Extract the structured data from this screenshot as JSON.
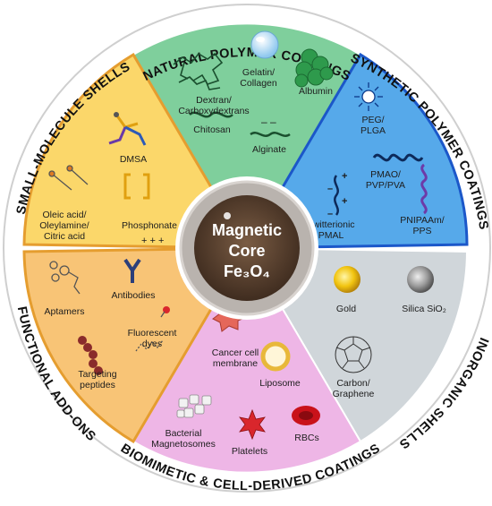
{
  "core": {
    "line1": "Magnetic",
    "line2": "Core",
    "line3": "Fe₃O₄"
  },
  "sections": {
    "natural": {
      "title": "NATURAL POLYMER COATINGS",
      "color": "#7fcf9c",
      "items": {
        "dextran_1": "Dextran/",
        "dextran_2": "Carboxydextrans",
        "gelatin_1": "Gelatin/",
        "gelatin_2": "Collagen",
        "albumin": "Albumin",
        "chitosan": "Chitosan",
        "alginate": "Alginate"
      }
    },
    "synthetic": {
      "title": "SYNTHETIC POLYMER COATINGS",
      "color": "#56a9ea",
      "items": {
        "peg_1": "PEG/",
        "peg_2": "PLGA",
        "pmao_1": "PMAO/",
        "pmao_2": "PVP/PVA",
        "zwit_1": "Zwitterionic",
        "zwit_2": "PMAL",
        "pnip_1": "PNIPAAm/",
        "pnip_2": "PPS"
      }
    },
    "inorganic": {
      "title": "INORGANIC SHELLS",
      "color": "#d0d6da",
      "items": {
        "gold": "Gold",
        "silica": "Silica SiO₂",
        "carbon_1": "Carbon/",
        "carbon_2": "Graphene"
      }
    },
    "biomimetic": {
      "title": "BIOMIMETIC & CELL-DERIVED COATINGS",
      "color": "#eeb6e6",
      "items": {
        "cancer_1": "Cancer cell",
        "cancer_2": "membrane",
        "liposome": "Liposome",
        "bact_1": "Bacterial",
        "bact_2": "Magnetosomes",
        "platelets": "Platelets",
        "rbcs": "RBCs"
      }
    },
    "functional": {
      "title": "FUNCTIONAL ADD-ONS",
      "color": "#f8c476",
      "items": {
        "aptamers": "Aptamers",
        "antibodies": "Antibodies",
        "fluor_1": "Fluorescent",
        "fluor_2": "dyes",
        "target_1": "Targeting",
        "target_2": "peptides"
      }
    },
    "small": {
      "title": "SMALL-MOLECULE SHELLS",
      "color": "#fbd76a",
      "items": {
        "dmsa": "DMSA",
        "oleic_1": "Oleic acid/",
        "oleic_2": "Oleylamine/",
        "oleic_3": "Citric acid",
        "phosphonate": "Phosphonate"
      }
    }
  }
}
